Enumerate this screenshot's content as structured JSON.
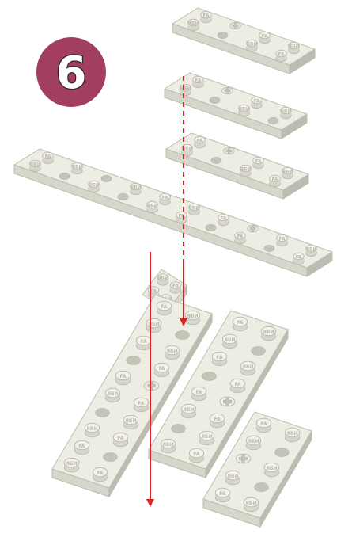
{
  "step": {
    "number": "6",
    "badge_color": "#A23F5E"
  },
  "stud_text": {
    "short": "FA",
    "long": "ЯБИ"
  },
  "colors": {
    "plate_top": "#EEEDE3",
    "plate_side": "#D7D6CA",
    "plate_edge": "#BDBCB0",
    "stud": "#F3F2EA",
    "hole": "#C5C4B8",
    "arrow": "#E01E26"
  },
  "icons": [
    "plus-hole-icon",
    "down-arrow-icon"
  ]
}
